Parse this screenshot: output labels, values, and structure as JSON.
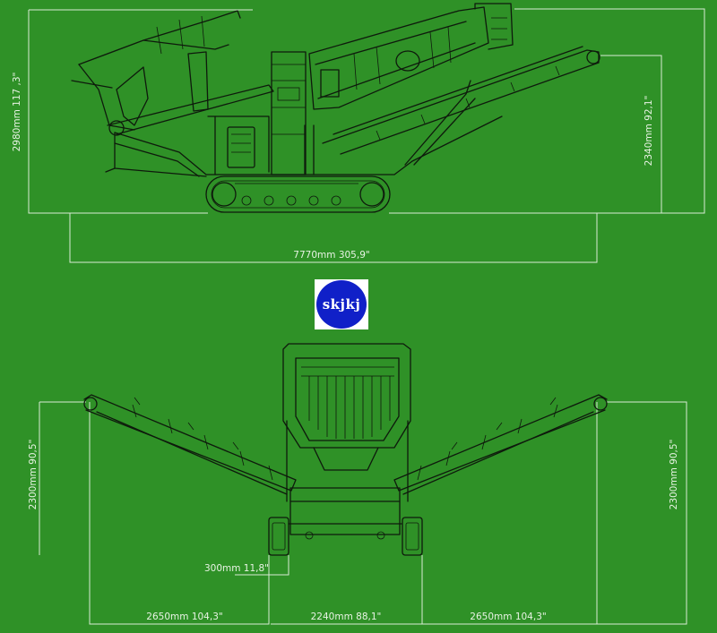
{
  "logo": {
    "text": "skjkj",
    "bg_color": "#1020c8"
  },
  "colors": {
    "background": "#2f9127",
    "linework": "#0e1a0c",
    "dimension": "#d9ead5"
  },
  "side_view": {
    "height_left": "2980mm 117 ,3\"",
    "height_right": "2340mm 92,1\"",
    "length": "7770mm 305,9\""
  },
  "front_view": {
    "height_left": "2300mm 90,5\"",
    "height_right": "2300mm 90,5\"",
    "track_width": "300mm 11,8\"",
    "span_left": "2650mm 104,3\"",
    "span_center": "2240mm 88,1\"",
    "span_right": "2650mm 104,3\""
  }
}
